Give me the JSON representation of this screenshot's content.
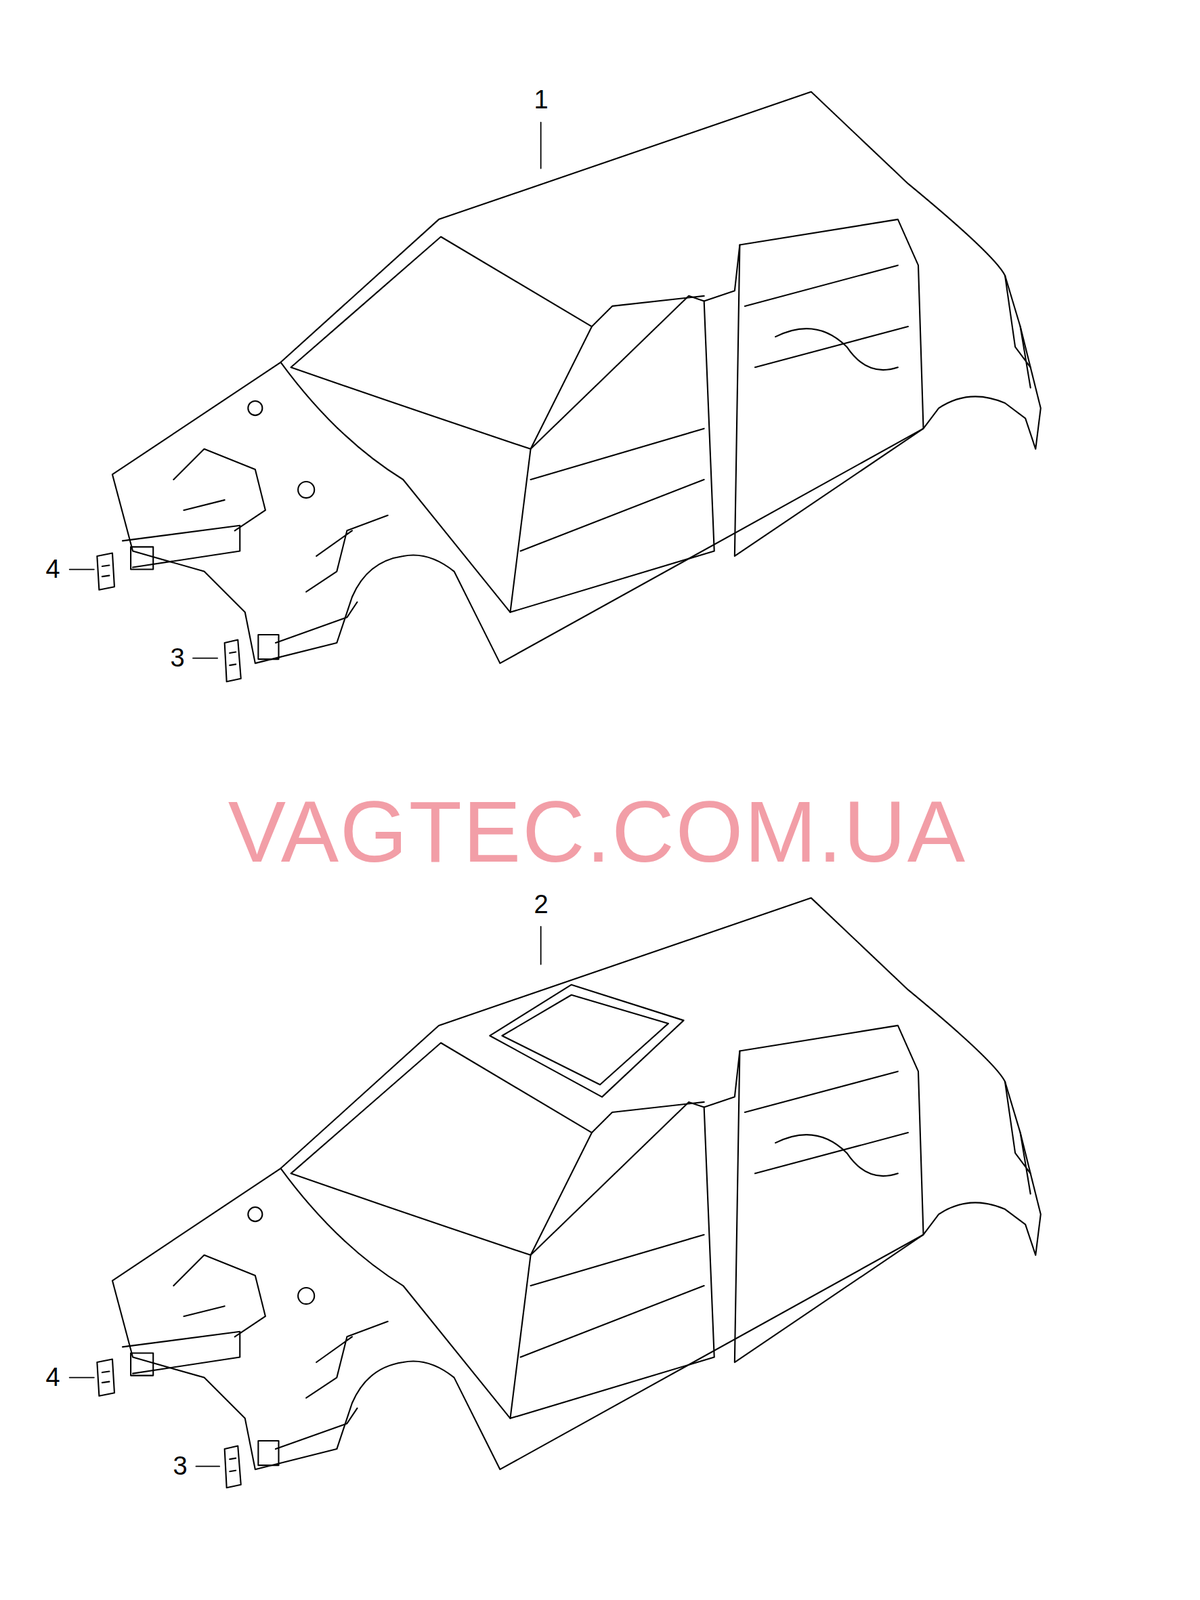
{
  "diagram": {
    "labels": [
      "1",
      "4",
      "3",
      "VAGTEC.COM.UA",
      "2",
      "4",
      "3"
    ]
  }
}
